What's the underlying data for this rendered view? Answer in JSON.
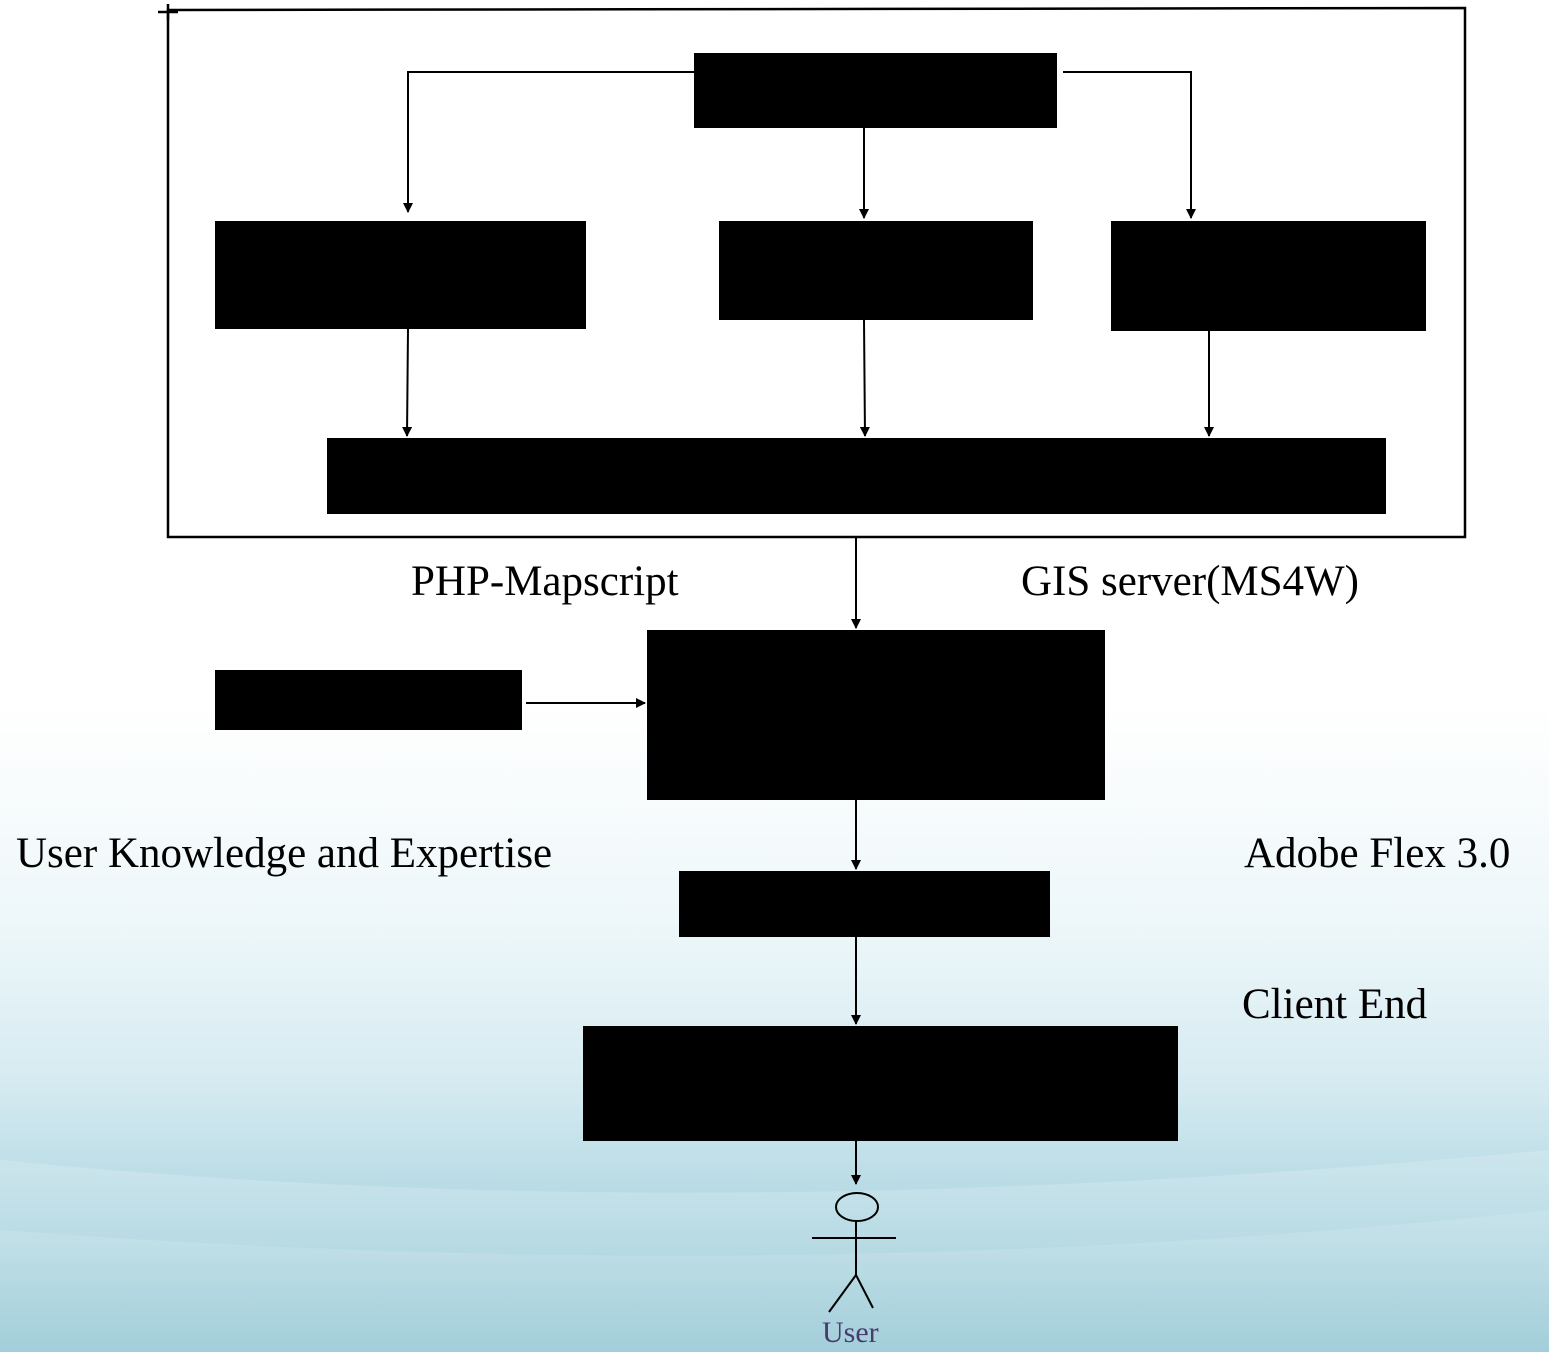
{
  "labels": {
    "php_mapscript": "PHP-Mapscript",
    "gis_server": "GIS server(MS4W)",
    "user_knowledge": "User Knowledge and Expertise",
    "adobe_flex": "Adobe Flex 3.0",
    "client_end": "Client End",
    "user": "User"
  },
  "colors": {
    "box_fill": "#000000",
    "line": "#000000",
    "user_label": "#4a3a6e",
    "background_bottom": "#7fbccc"
  },
  "icons": {
    "actor": "stick-figure-user-icon"
  }
}
